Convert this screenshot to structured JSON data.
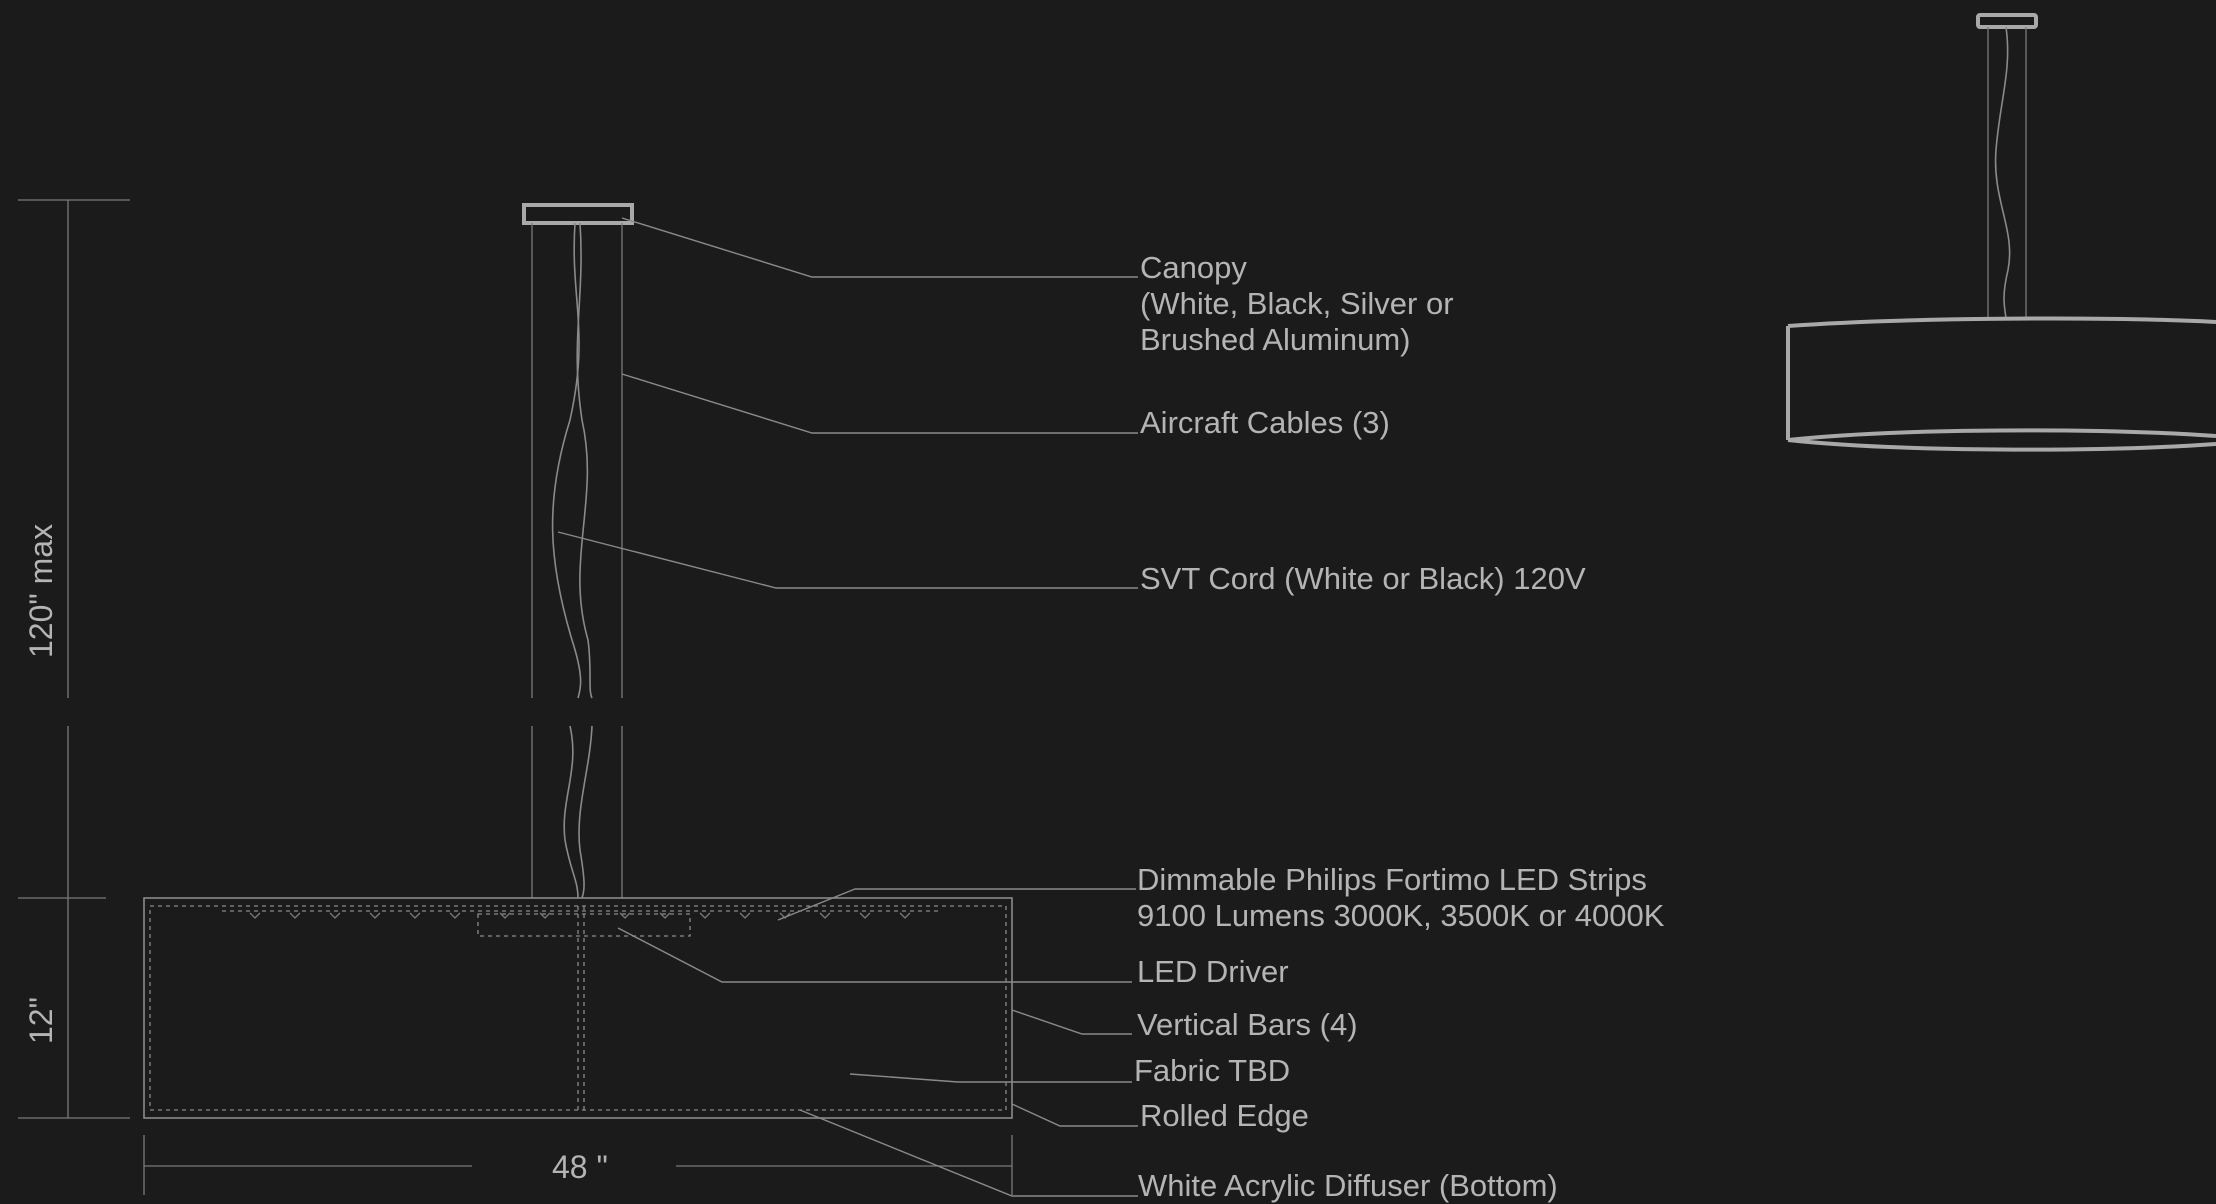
{
  "colors": {
    "background": "#1b1b1b",
    "line": "#8a8a8a",
    "text": "#b4b4b4"
  },
  "dimensions": {
    "overall_height": "120\" max",
    "shade_height": "12\"",
    "width": "48 \""
  },
  "callouts": {
    "canopy": [
      "Canopy",
      "(White, Black, Silver or",
      "Brushed Aluminum)"
    ],
    "cables": "Aircraft Cables (3)",
    "cord": "SVT Cord (White or Black) 120V",
    "led_strips": [
      "Dimmable Philips Fortimo LED Strips",
      "9100 Lumens  3000K, 3500K or 4000K"
    ],
    "driver": "LED Driver",
    "bars": "Vertical Bars (4)",
    "fabric": "Fabric TBD",
    "edge": "Rolled Edge",
    "diffuser": "White Acrylic Diffuser (Bottom)"
  }
}
